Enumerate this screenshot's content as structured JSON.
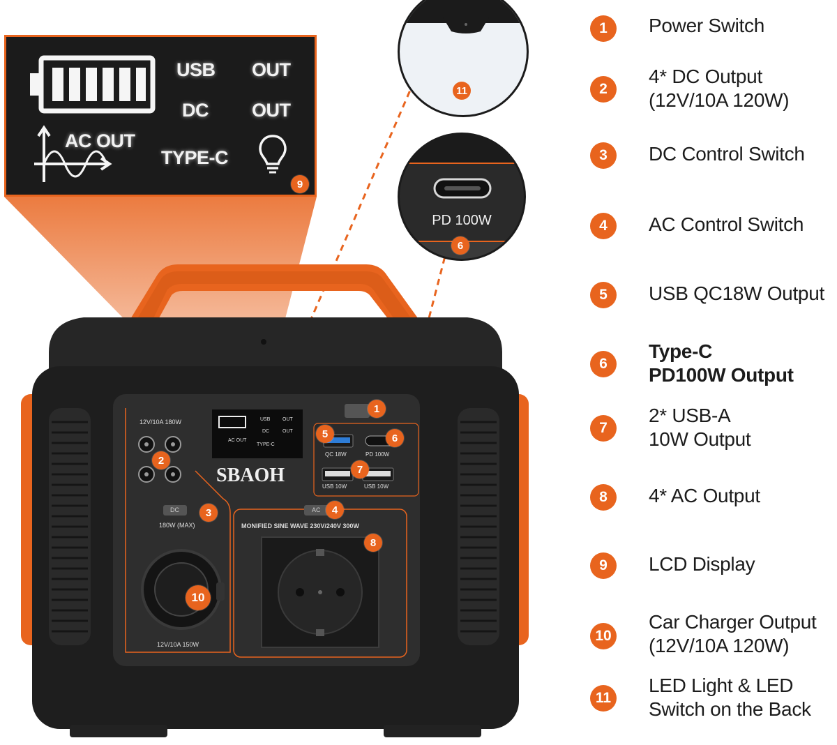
{
  "legend": [
    {
      "num": "1",
      "text": "Power Switch",
      "bold": false
    },
    {
      "num": "2",
      "text": "4* DC Output\n(12V/10A 120W)",
      "bold": false
    },
    {
      "num": "3",
      "text": "DC Control Switch",
      "bold": false
    },
    {
      "num": "4",
      "text": "AC Control Switch",
      "bold": false
    },
    {
      "num": "5",
      "text": "USB QC18W Output",
      "bold": false
    },
    {
      "num": "6",
      "text": "Type-C\nPD100W Output",
      "bold": true
    },
    {
      "num": "7",
      "text": "2* USB-A\n10W Output",
      "bold": false
    },
    {
      "num": "8",
      "text": "4* AC Output",
      "bold": false
    },
    {
      "num": "9",
      "text": "LCD Display",
      "bold": false
    },
    {
      "num": "10",
      "text": "Car Charger Output\n(12V/10A 120W)",
      "bold": false
    },
    {
      "num": "11",
      "text": "LED Light & LED\nSwitch on the Back",
      "bold": false
    }
  ],
  "lcd": {
    "usb": "USB",
    "out1": "OUT",
    "dc": "DC",
    "out2": "OUT",
    "ac_out": "AC OUT",
    "type_c": "TYPE-C",
    "badge": "9"
  },
  "led_callout": {
    "badge": "11"
  },
  "typec_callout": {
    "label": "PD 100W",
    "badge": "6"
  },
  "device": {
    "brand": "SBAOH",
    "dc_rating": "12V/10A   180W",
    "dc_button": "DC",
    "dc_max": "180W (MAX)",
    "car_rating": "12V/10A  150W",
    "ac_button": "AC",
    "ac_label": "MONIFIED SINE WAVE 230V/240V 300W",
    "qc_label": "QC 18W",
    "pd_label": "PD 100W",
    "usb1_label": "USB 10W",
    "usb2_label": "USB 10W",
    "lcd_usb": "USB",
    "lcd_out1": "OUT",
    "lcd_dc": "DC",
    "lcd_out2": "OUT",
    "lcd_ac": "AC OUT",
    "lcd_typec": "TYPE-C",
    "badges": {
      "b1": "1",
      "b2": "2",
      "b3": "3",
      "b4": "4",
      "b5": "5",
      "b6": "6",
      "b7": "7",
      "b8": "8",
      "b10": "10"
    }
  },
  "colors": {
    "accent": "#e8641e",
    "body": "#1e1e1e",
    "text": "#1c1c1c"
  }
}
